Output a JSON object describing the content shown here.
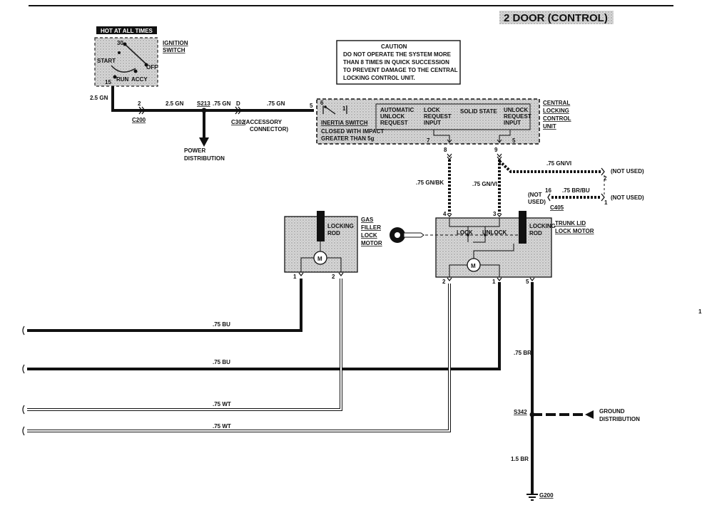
{
  "header": {
    "title": "2 DOOR (CONTROL)"
  },
  "ignition": {
    "hot_label": "HOT AT ALL TIMES",
    "name": [
      "IGNITION",
      "SWITCH"
    ],
    "positions": {
      "p30": "30",
      "start": "START",
      "off": "OFF",
      "run": "RUN",
      "accy": "ACCY",
      "p15": "15"
    },
    "wire_out": "2.5 GN"
  },
  "caution": {
    "title": "CAUTION",
    "lines": [
      "DO NOT OPERATE THE SYSTEM MORE",
      "THAN 8 TIMES IN QUICK SUCCESSION",
      "TO PREVENT DAMAGE TO THE CENTRAL",
      "LOCKING CONTROL UNIT."
    ]
  },
  "connectors": {
    "c200": "C200",
    "c200_pin": "2",
    "s213": "S213",
    "c302": "C302",
    "c302_pin": "D",
    "c302_desc": [
      "(ACCESSORY",
      "CONNECTOR)"
    ],
    "c405": "C405",
    "c405_pin": "16",
    "c405_pin2": "1",
    "c405_pin3": "2",
    "s342": "S342",
    "g200": "G200"
  },
  "wires": {
    "w1": "2.5 GN",
    "w2": ".75 GN",
    "w3": ".75 GN",
    "w_gnbk": ".75 GN/BK",
    "w_gnvi": ".75 GN/VI",
    "w_gnvi2": ".75 GN/VI",
    "w_brbu": ".75 BR/BU",
    "w_bu1": ".75 BU",
    "w_bu2": ".75 BU",
    "w_wt1": ".75 WT",
    "w_wt2": ".75 WT",
    "w_br": ".75 BR",
    "w_br15": "1.5 BR"
  },
  "power_dist": [
    "POWER",
    "DISTRIBUTION"
  ],
  "ground_dist": [
    "GROUND",
    "DISTRIBUTION"
  ],
  "not_used": {
    "a": "(NOT USED)",
    "b": "(NOT USED)",
    "c": [
      "(NOT",
      "USED)"
    ]
  },
  "ccu": {
    "name": [
      "CENTRAL",
      "LOCKING",
      "CONTROL",
      "UNIT"
    ],
    "inertia": "INERTIA SWITCH",
    "inertia_desc": [
      "CLOSED WITH IMPACT",
      "GREATER THAN 5g"
    ],
    "auto": [
      "AUTOMATIC",
      "UNLOCK",
      "REQUEST"
    ],
    "lock": [
      "LOCK",
      "REQUEST",
      "INPUT"
    ],
    "solid": "SOLID STATE",
    "unlock": [
      "UNLOCK",
      "REQUEST",
      "INPUT"
    ],
    "pins": {
      "p5": "5",
      "p6": "6",
      "p7": "7",
      "p8": "8",
      "p9": "9",
      "p5b": "5"
    }
  },
  "gas_motor": {
    "name": [
      "GAS",
      "FILLER",
      "LOCK",
      "MOTOR"
    ],
    "rod": [
      "LOCKING",
      "ROD"
    ],
    "m": "M",
    "pins": {
      "p1": "1",
      "p2": "2"
    }
  },
  "trunk_motor": {
    "name": [
      "TRUNK LID",
      "LOCK MOTOR"
    ],
    "rod": [
      "LOCKING",
      "ROD"
    ],
    "lock": "LOCK",
    "unlock": "UNLOCK",
    "m": "M",
    "pins": {
      "p4": "4",
      "p3": "3",
      "p2": "2",
      "p1": "1",
      "p5": "5"
    }
  },
  "margin_mark": "1"
}
